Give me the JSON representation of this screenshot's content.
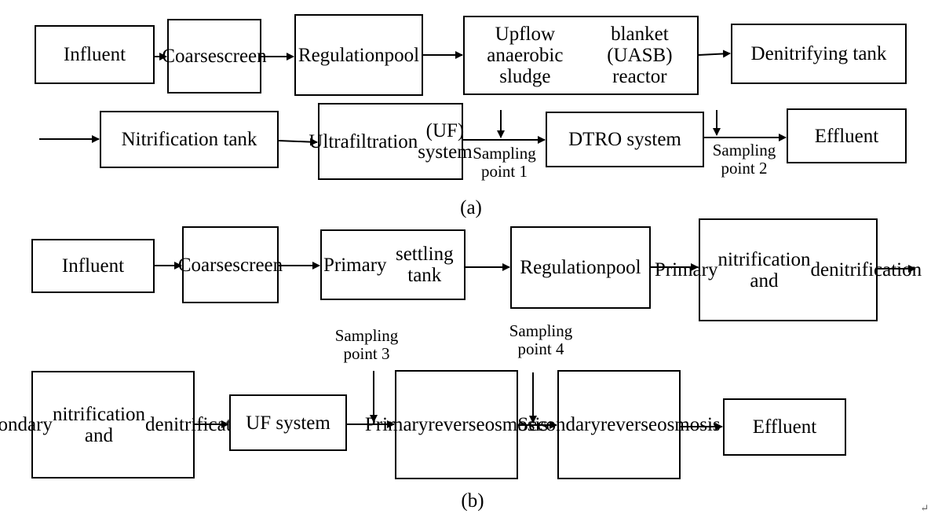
{
  "diagram_a": {
    "caption": "(a)",
    "nodes": [
      {
        "id": "influent",
        "lines": [
          "Influent"
        ]
      },
      {
        "id": "coarse-screen",
        "lines": [
          "Coarse",
          "screen"
        ]
      },
      {
        "id": "regulation-pool",
        "lines": [
          "Regulation",
          "pool"
        ]
      },
      {
        "id": "uasb-reactor",
        "lines": [
          "Upflow anaerobic sludge",
          "blanket (UASB) reactor"
        ]
      },
      {
        "id": "denitrifying-tank",
        "lines": [
          "Denitrifying tank"
        ]
      },
      {
        "id": "nitrification-tank",
        "lines": [
          "Nitrification tank"
        ]
      },
      {
        "id": "uf-system",
        "lines": [
          "Ultrafiltration",
          "(UF) system"
        ]
      },
      {
        "id": "dtro-system",
        "lines": [
          "DTRO system"
        ]
      },
      {
        "id": "effluent",
        "lines": [
          "Effluent"
        ]
      }
    ],
    "sampling_points": [
      {
        "id": "sampling-point-1",
        "lines": [
          "Sampling",
          "point 1"
        ]
      },
      {
        "id": "sampling-point-2",
        "lines": [
          "Sampling",
          "point 2"
        ]
      }
    ]
  },
  "diagram_b": {
    "caption": "(b)",
    "nodes": [
      {
        "id": "influent",
        "lines": [
          "Influent"
        ]
      },
      {
        "id": "coarse-screen",
        "lines": [
          "Coarse",
          "screen"
        ]
      },
      {
        "id": "primary-settling-tank",
        "lines": [
          "Primary",
          "settling tank"
        ]
      },
      {
        "id": "regulation-pool",
        "lines": [
          "Regulation",
          "pool"
        ]
      },
      {
        "id": "primary-nitrification-denitrification",
        "lines": [
          "Primary",
          "nitrification and",
          "denitrification"
        ]
      },
      {
        "id": "secondary-nitrification-denitrification",
        "lines": [
          "Secondary",
          "nitrification and",
          "denitrification"
        ]
      },
      {
        "id": "uf-system",
        "lines": [
          "UF system"
        ]
      },
      {
        "id": "primary-reverse-osmosis",
        "lines": [
          "Primary",
          "reverse",
          "osmosis"
        ]
      },
      {
        "id": "secondary-reverse-osmosis",
        "lines": [
          "Secondary",
          "reverse",
          "osmosis"
        ]
      },
      {
        "id": "effluent",
        "lines": [
          "Effluent"
        ]
      }
    ],
    "sampling_points": [
      {
        "id": "sampling-point-3",
        "lines": [
          "Sampling",
          "point 3"
        ]
      },
      {
        "id": "sampling-point-4",
        "lines": [
          "Sampling",
          "point 4"
        ]
      }
    ]
  },
  "corner_mark": "↵"
}
